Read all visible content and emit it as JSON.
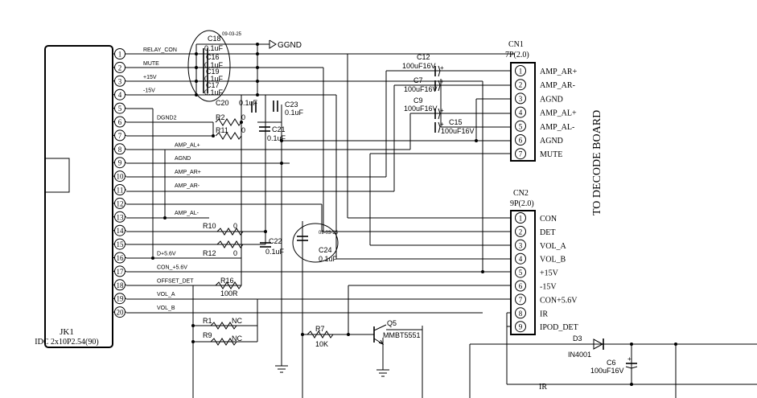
{
  "jk1": {
    "ref": "JK1",
    "desc": "IDC 2x10P2.54(90)",
    "pins": [
      "1",
      "2",
      "3",
      "4",
      "5",
      "6",
      "7",
      "8",
      "9",
      "10",
      "11",
      "12",
      "13",
      "14",
      "15",
      "16",
      "17",
      "18",
      "19",
      "20"
    ],
    "nets": [
      {
        "label": "RELAY_CON",
        "pin": 1
      },
      {
        "label": "MUTE",
        "pin": 2
      },
      {
        "label": "+15V",
        "pin": 3
      },
      {
        "label": "-15V",
        "pin": 4
      },
      {
        "label": "DGND2",
        "pin": 6
      },
      {
        "label": "AMP_AL+",
        "pin": 8
      },
      {
        "label": "AGND",
        "pin": 9
      },
      {
        "label": "AMP_AR+",
        "pin": 10
      },
      {
        "label": "AMP_AR-",
        "pin": 11
      },
      {
        "label": "AMP_AL-",
        "pin": 13
      },
      {
        "label": "D+5.6V",
        "pin": 16
      },
      {
        "label": "CON_+5.6V",
        "pin": 17
      },
      {
        "label": "OFFSET_DET",
        "pin": 18
      },
      {
        "label": "VOL_A",
        "pin": 19
      },
      {
        "label": "VOL_B",
        "pin": 20
      }
    ]
  },
  "gnd_label": "GGND",
  "note1": "09-03-25",
  "note2": "09-03-25",
  "caps_left": [
    {
      "ref": "C18",
      "val": "0.1uF"
    },
    {
      "ref": "C16",
      "val": "0.1uF"
    },
    {
      "ref": "C19",
      "val": "0.1uF"
    },
    {
      "ref": "C17",
      "val": "0.1uF"
    }
  ],
  "parts": {
    "c20": {
      "ref": "C20",
      "val": "0.1uF"
    },
    "c23": {
      "ref": "C23",
      "val": "0.1uF"
    },
    "c21": {
      "ref": "C21",
      "val": "0.1uF"
    },
    "r2": {
      "ref": "R2",
      "val": "0"
    },
    "r11": {
      "ref": "R11",
      "val": "0"
    },
    "r10": {
      "ref": "R10",
      "val": "0"
    },
    "r12": {
      "ref": "R12",
      "val": "0"
    },
    "c22": {
      "ref": "C22",
      "val": "0.1uF"
    },
    "c24": {
      "ref": "C24",
      "val": "0.1uF"
    },
    "r16": {
      "ref": "R16",
      "val": "100R"
    },
    "r1": {
      "ref": "R1",
      "val": "NC"
    },
    "r9": {
      "ref": "R9",
      "val": "NC"
    },
    "r7": {
      "ref": "R7",
      "val": "10K"
    },
    "q5": {
      "ref": "Q5",
      "val": "MMBT5551"
    },
    "c12": {
      "ref": "C12",
      "val": "100uF16V"
    },
    "c7": {
      "ref": "C7",
      "val": "100uF16V"
    },
    "c9": {
      "ref": "C9",
      "val": "100uF16V"
    },
    "c15": {
      "ref": "C15",
      "val": "100uF16V"
    },
    "d3": {
      "ref": "D3",
      "val": "IN4001"
    },
    "c6": {
      "ref": "C6",
      "val": "100uF16V"
    }
  },
  "plus": "+",
  "cn1": {
    "ref": "CN1",
    "desc": "7P(2.0)",
    "pins": [
      "1",
      "2",
      "3",
      "4",
      "5",
      "6",
      "7"
    ],
    "labels": [
      "AMP_AR+",
      "AMP_AR-",
      "AGND",
      "AMP_AL+",
      "AMP_AL-",
      "AGND",
      "MUTE"
    ]
  },
  "cn2": {
    "ref": "CN2",
    "desc": "9P(2.0)",
    "pins": [
      "1",
      "2",
      "3",
      "4",
      "5",
      "6",
      "7",
      "8",
      "9"
    ],
    "labels": [
      "CON",
      "DET",
      "VOL_A",
      "VOL_B",
      "+15V",
      "-15V",
      "CON+5.6V",
      "IR",
      "IPOD_DET"
    ]
  },
  "ir_label": "IR",
  "side_label": "TO DECODE BOARD"
}
